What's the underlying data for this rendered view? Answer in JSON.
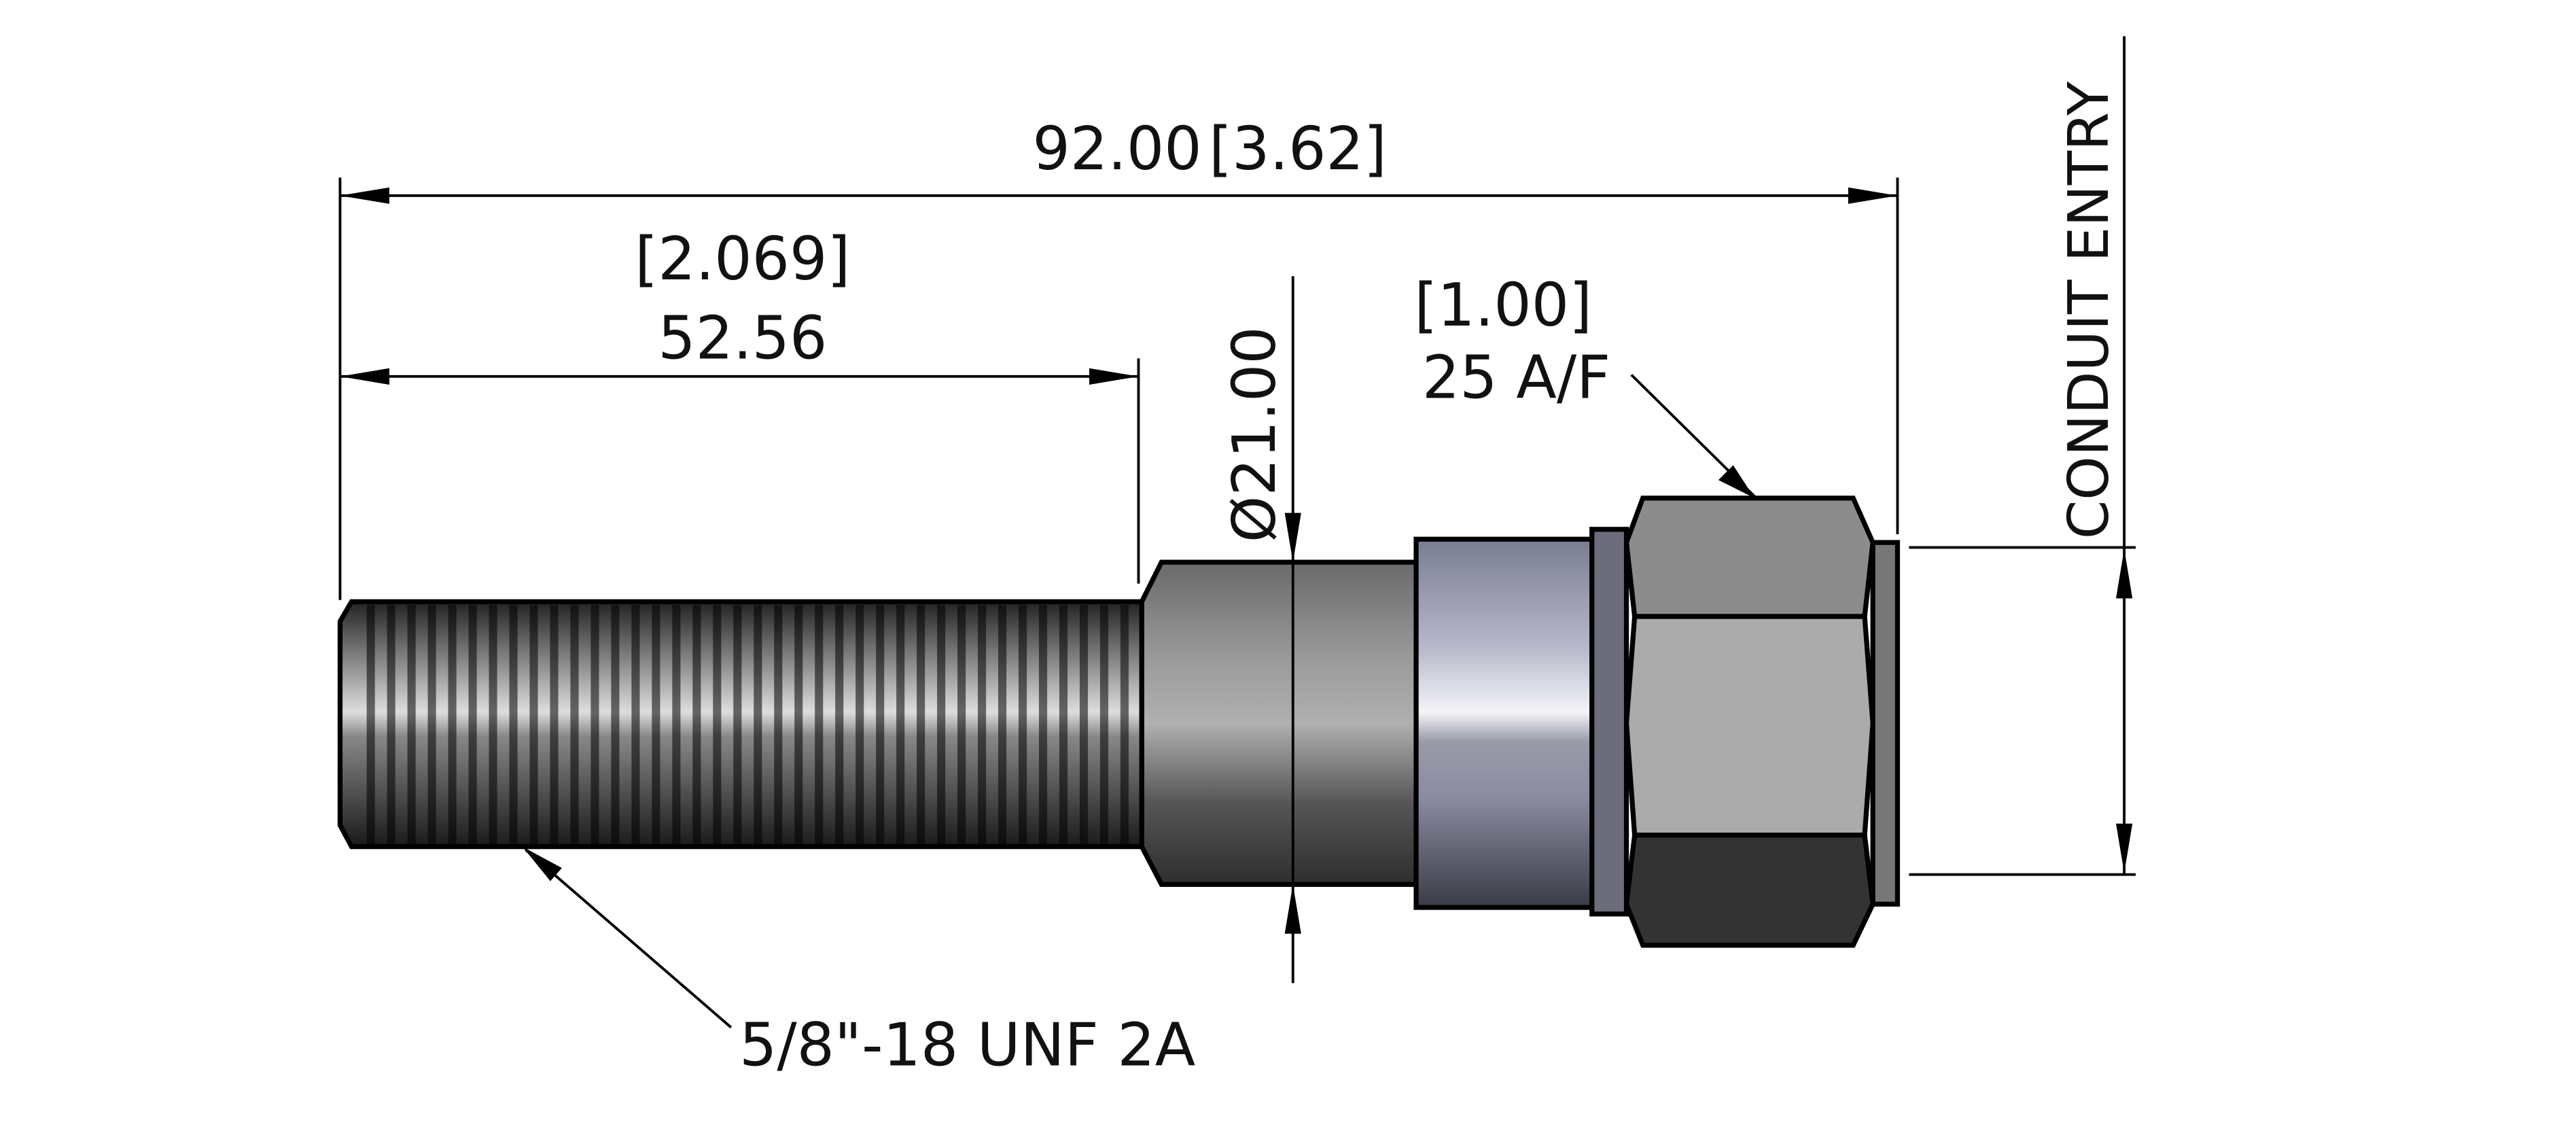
{
  "drawing": {
    "overall_length": "92.00",
    "overall_length_inch": "[3.62]",
    "thread_length_inch": "[2.069]",
    "thread_length": "52.56",
    "shank_diameter": "Ø21.00",
    "hex_size_inch": "[1.00]",
    "hex_size": "25 A/F",
    "conduit_entry_label": "CONDUIT ENTRY",
    "thread_spec": "5/8\"-18 UNF 2A"
  }
}
